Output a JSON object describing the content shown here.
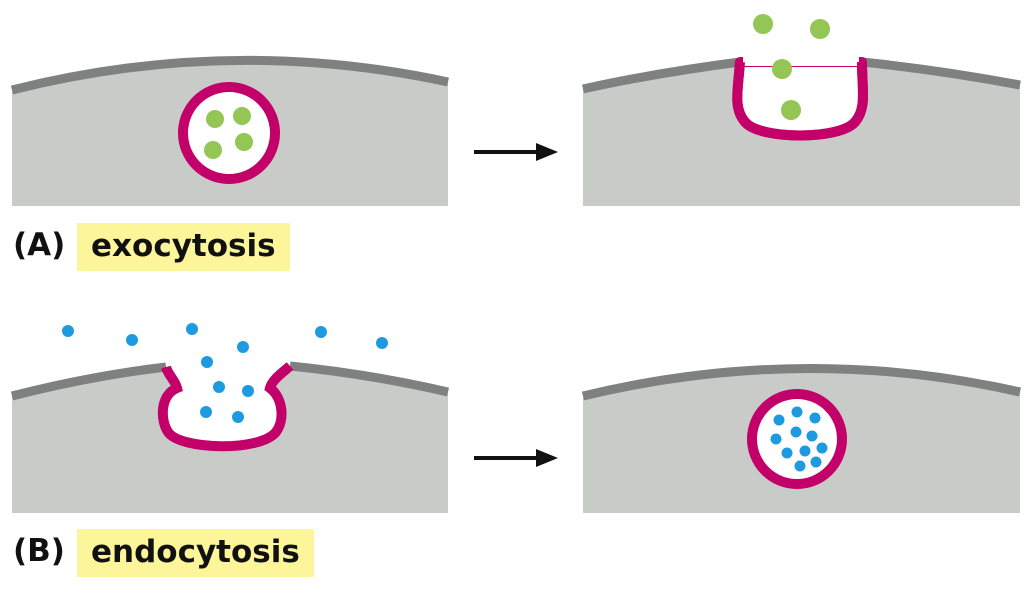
{
  "colors": {
    "cytoplasm": "#c8cbc8",
    "membrane": "#7f8180",
    "vesicle_membrane": "#c3006a",
    "cargo_a": "#94c655",
    "cargo_b": "#1e9be0",
    "arrow": "#111111",
    "label_highlight": "#fdf59a"
  },
  "panels": {
    "a": {
      "letter": "(A)",
      "label": "exocytosis"
    },
    "b": {
      "letter": "(B)",
      "label": "endocytosis"
    }
  }
}
